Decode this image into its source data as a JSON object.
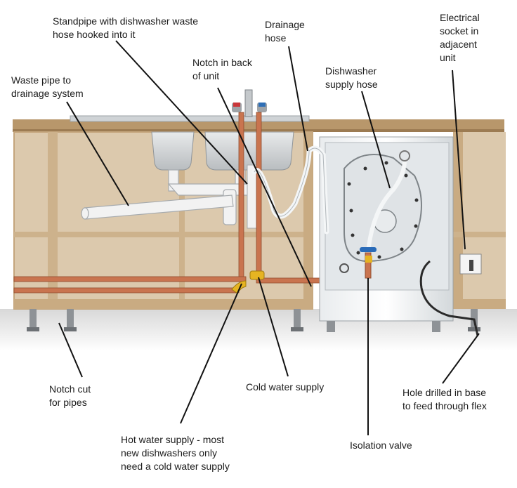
{
  "labels": {
    "standpipe": "Standpipe with dishwasher waste\nhose hooked into it",
    "drainage_hose": "Drainage\nhose",
    "electrical_socket": "Electrical\nsocket in\nadjacent\nunit",
    "notch_back": "Notch in back\nof unit",
    "waste_pipe": "Waste pipe to\ndrainage system",
    "supply_hose": "Dishwasher\nsupply hose",
    "notch_cut": "Notch cut\nfor pipes",
    "cold_water": "Cold water supply",
    "hole_drilled": "Hole drilled in base\nto feed through flex",
    "hot_water": "Hot water supply - most\nnew dishwashers only\nneed a cold water supply",
    "isolation_valve": "Isolation valve"
  },
  "colors": {
    "cabinet": "#dcc9ad",
    "cabinet_frame": "#c4a57c",
    "worktop": "#b8976b",
    "copper": "#c9744f",
    "brass": "#e6b422",
    "dishwasher": "#d9dde0",
    "hose": "#f1f3f4",
    "leader": "#111111",
    "valve_handle": "#2a6bb8"
  }
}
